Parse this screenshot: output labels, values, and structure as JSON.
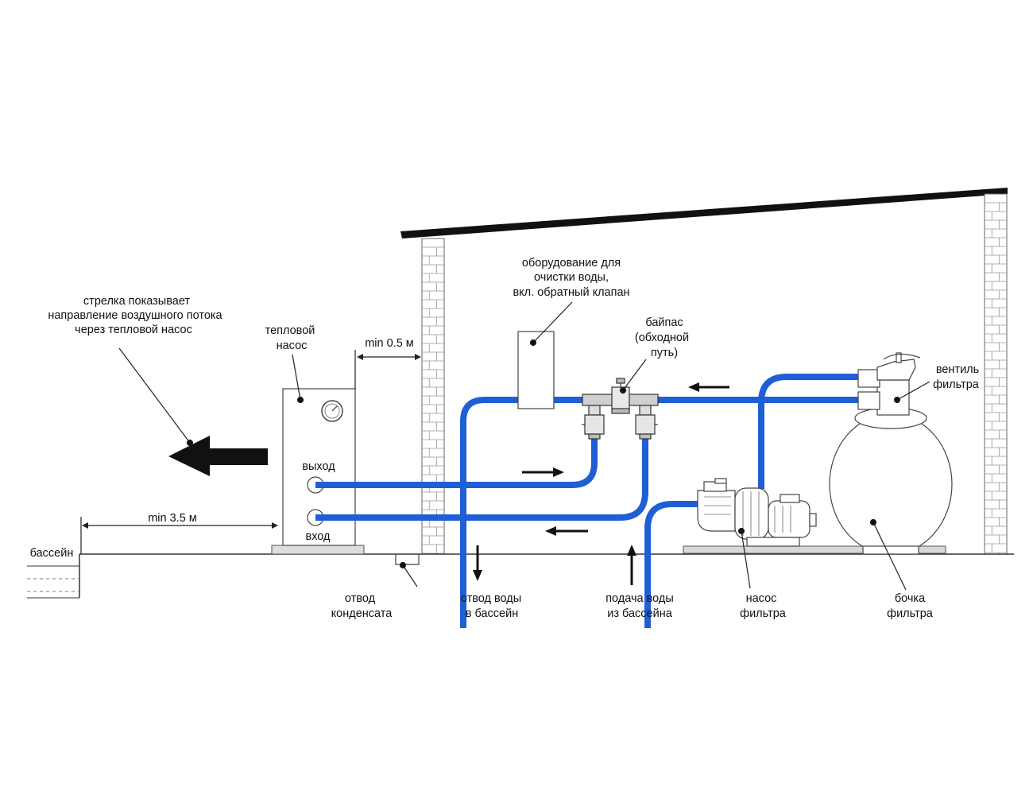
{
  "labels": {
    "airflow_note": [
      "стрелка показывает",
      "направление воздушного потока",
      "через тепловой насос"
    ],
    "heat_pump": [
      "тепловой",
      "насос"
    ],
    "min_wall": "min 0.5 м",
    "min_pool": "min 3.5 м",
    "pool": "бассейн",
    "outlet": "выход",
    "inlet": "вход",
    "condensate": [
      "отвод",
      "конденсата"
    ],
    "water_treatment": [
      "оборудование для",
      "очистки воды,",
      "вкл. обратный клапан"
    ],
    "bypass": [
      "байпас",
      "(обходной",
      "путь)"
    ],
    "filter_valve": [
      "вентиль",
      "фильтра"
    ],
    "water_to_pool": [
      "отвод воды",
      "в бассейн"
    ],
    "water_from_pool": [
      "подача воды",
      "из бассейна"
    ],
    "filter_pump": [
      "насос",
      "фильтра"
    ],
    "filter_tank": [
      "бочка",
      "фильтра"
    ]
  },
  "colors": {
    "pipe": "#1f5fd6",
    "line": "#222222",
    "roof": "#111111"
  }
}
